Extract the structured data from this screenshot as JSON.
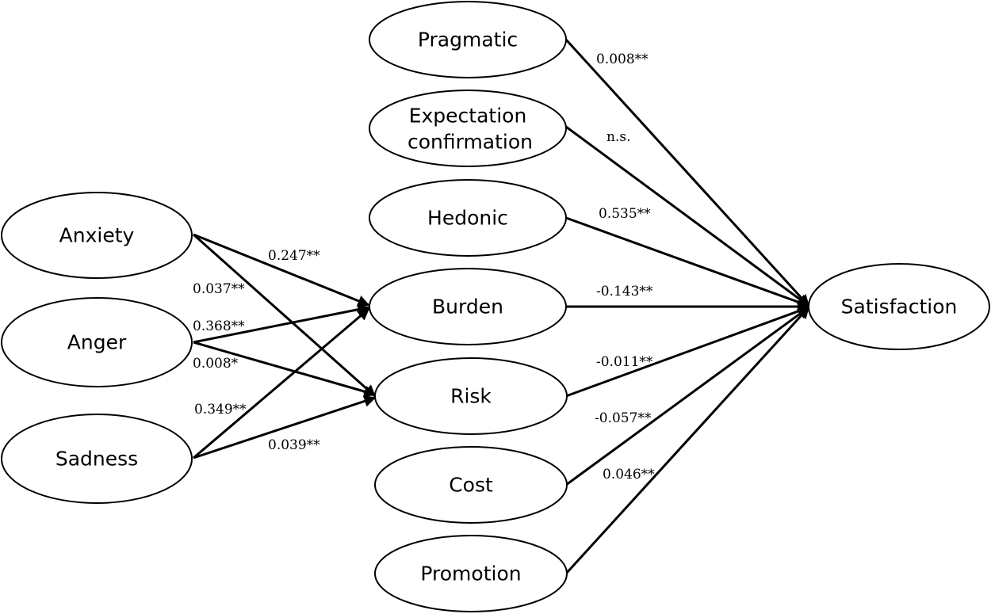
{
  "nodes": {
    "anxiety": "Anxiety",
    "anger": "Anger",
    "sadness": "Sadness",
    "pragmatic": "Pragmatic",
    "expectation_line1": "Expectation",
    "expectation_line2": "confirmation",
    "hedonic": "Hedonic",
    "burden": "Burden",
    "risk": "Risk",
    "cost": "Cost",
    "promotion": "Promotion",
    "satisfaction": "Satisfaction"
  },
  "edges": [
    {
      "from": "Anxiety",
      "to": "Burden",
      "label": "0.247**"
    },
    {
      "from": "Anxiety",
      "to": "Risk",
      "label": "0.037**"
    },
    {
      "from": "Anger",
      "to": "Burden",
      "label": "0.368**"
    },
    {
      "from": "Anger",
      "to": "Risk",
      "label": "0.008*"
    },
    {
      "from": "Sadness",
      "to": "Burden",
      "label": "0.349**"
    },
    {
      "from": "Sadness",
      "to": "Risk",
      "label": "0.039**"
    },
    {
      "from": "Pragmatic",
      "to": "Satisfaction",
      "label": "0.008**"
    },
    {
      "from": "Expectation confirmation",
      "to": "Satisfaction",
      "label": "n.s."
    },
    {
      "from": "Hedonic",
      "to": "Satisfaction",
      "label": "0.535**"
    },
    {
      "from": "Burden",
      "to": "Satisfaction",
      "label": "-0.143**"
    },
    {
      "from": "Risk",
      "to": "Satisfaction",
      "label": "-0.011**"
    },
    {
      "from": "Cost",
      "to": "Satisfaction",
      "label": "-0.057**"
    },
    {
      "from": "Promotion",
      "to": "Satisfaction",
      "label": "0.046**"
    }
  ]
}
